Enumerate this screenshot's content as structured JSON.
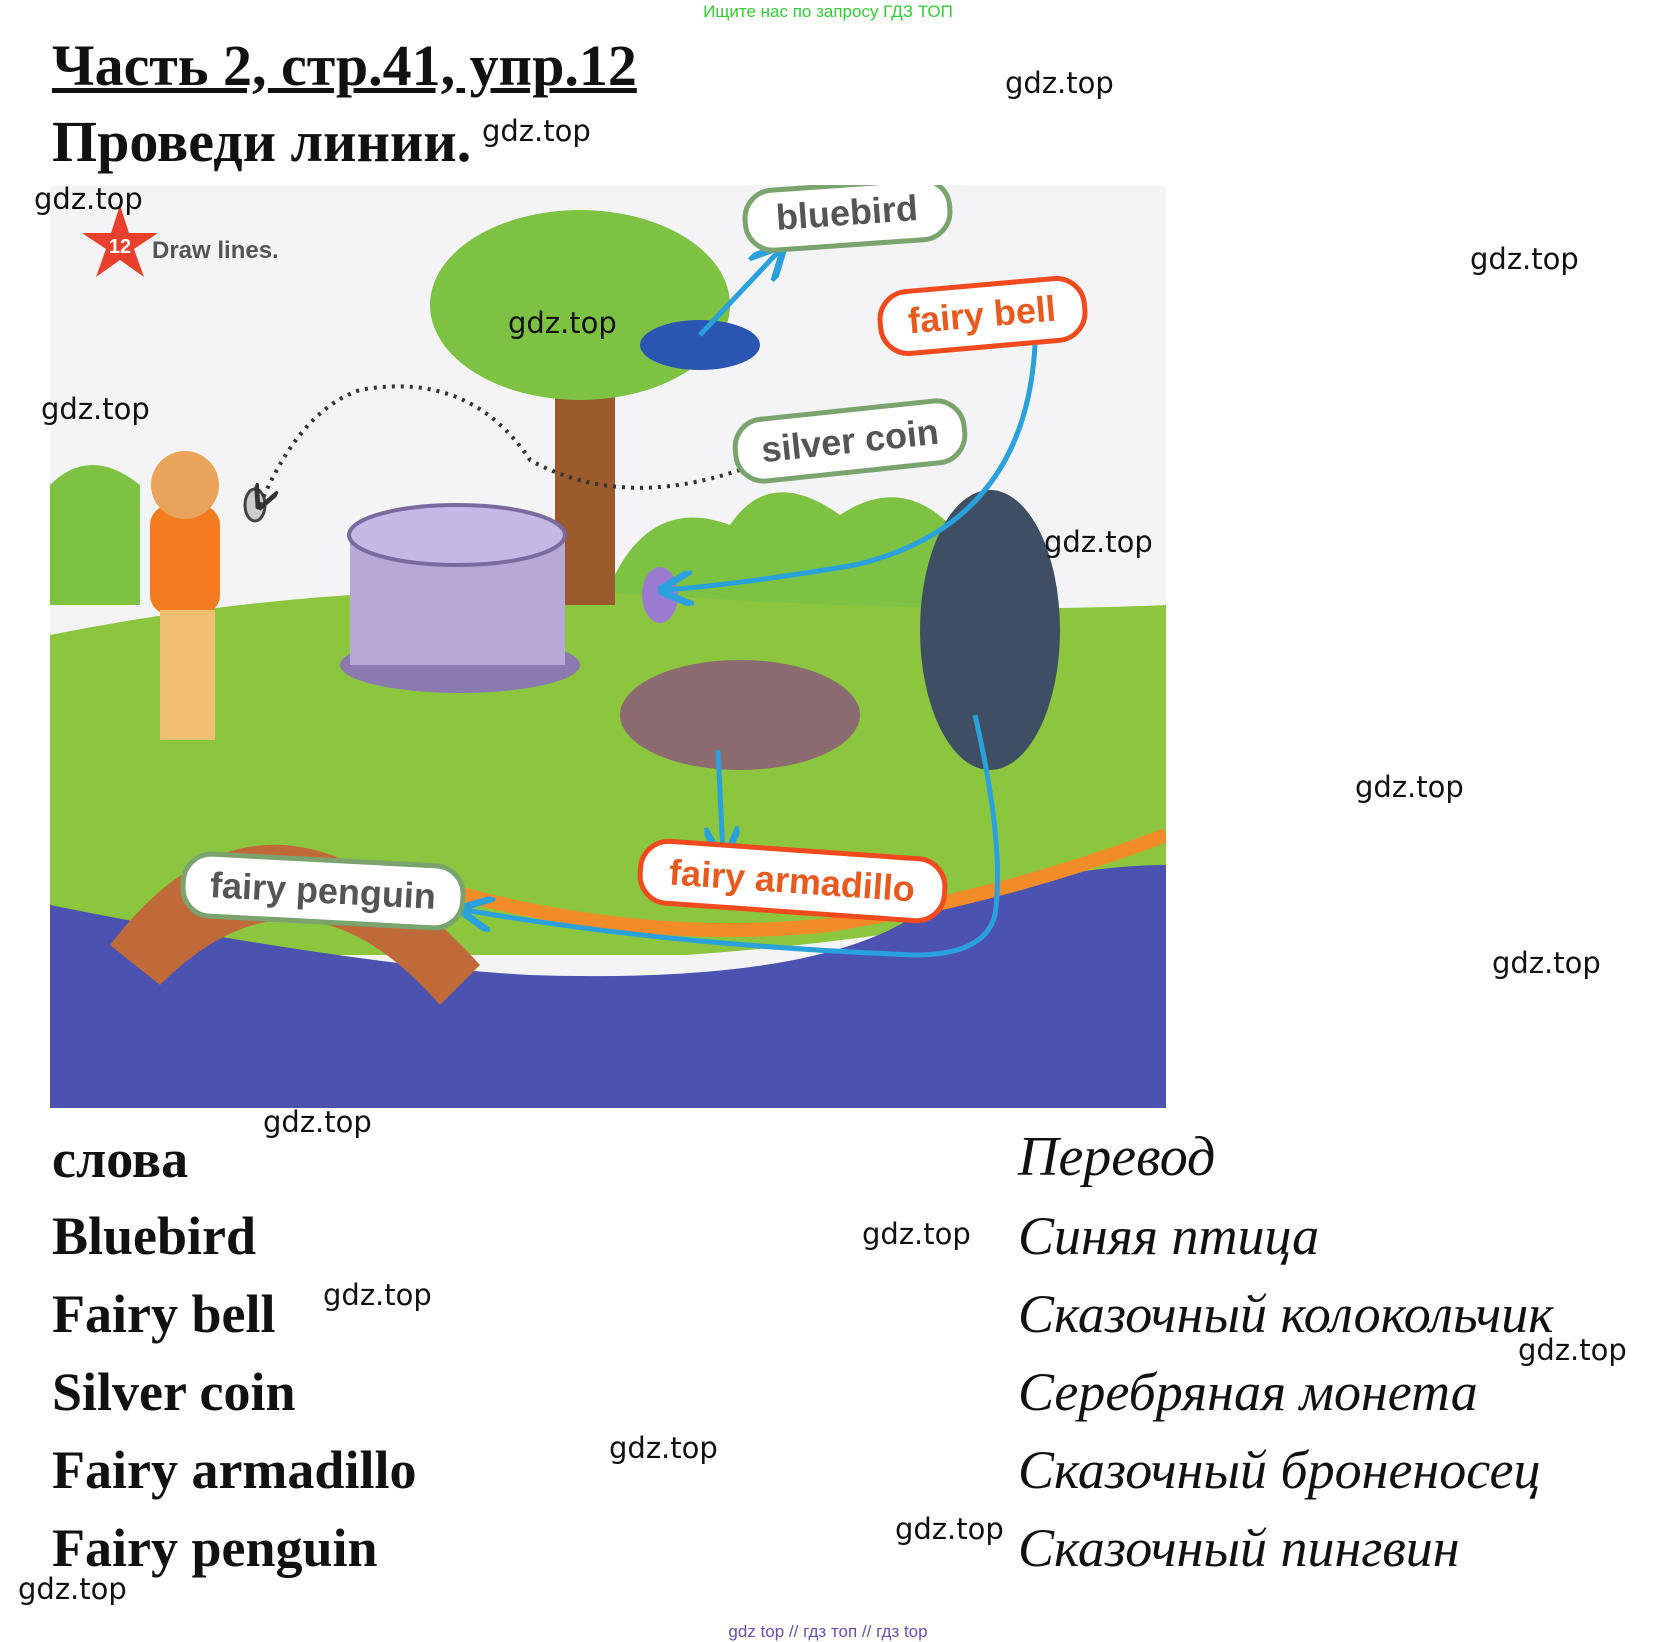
{
  "banners": {
    "top": "Ищите нас по запросу ГДЗ ТОП",
    "bottom": "gdz top  //  гдз топ  //  гдз top"
  },
  "header": {
    "title": "Часть 2, стр.41, упр.12",
    "subtitle": "Проведи линии."
  },
  "watermark": "gdz.top",
  "illustration": {
    "exercise_number": "12",
    "instruction": "Draw lines.",
    "labels": {
      "bluebird": "bluebird",
      "fairy_bell": "fairy bell",
      "silver_coin": "silver coin",
      "fairy_armadillo": "fairy armadillo",
      "fairy_penguin": "fairy penguin"
    }
  },
  "vocab": {
    "col_words": "слова",
    "col_translation": "Перевод",
    "rows": [
      {
        "word": "Bluebird",
        "translation": "Синяя птица"
      },
      {
        "word": "Fairy bell",
        "translation": "Сказочный колокольчик"
      },
      {
        "word": "Silver coin",
        "translation": "Серебряная монета"
      },
      {
        "word": "Fairy armadillo",
        "translation": "Сказочный броненосец"
      },
      {
        "word": "Fairy penguin",
        "translation": "Сказочный пингвин"
      }
    ]
  }
}
